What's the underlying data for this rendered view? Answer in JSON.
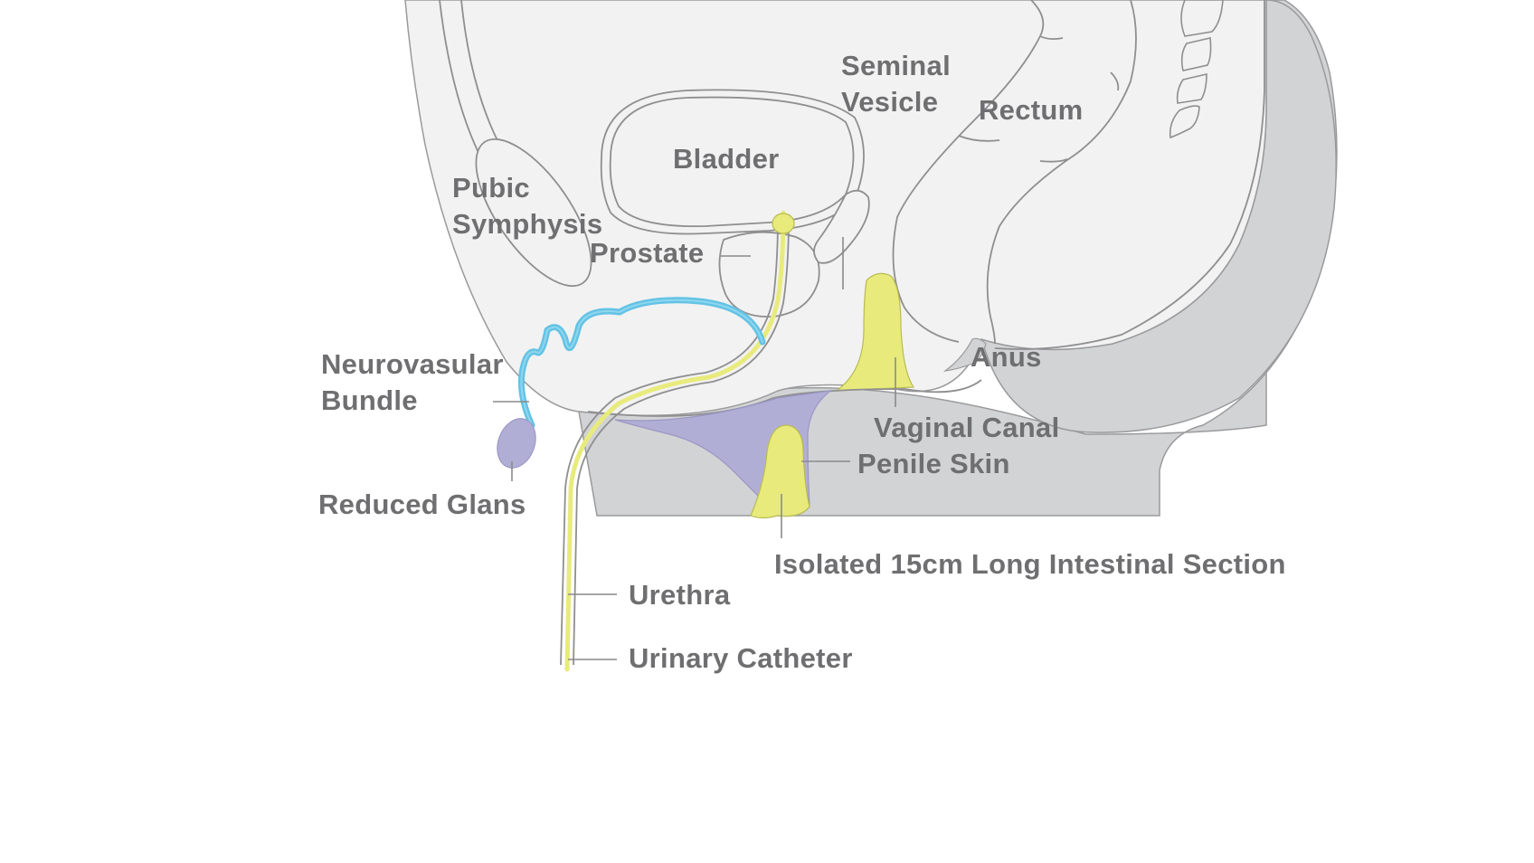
{
  "colors": {
    "body_fill": "#f2f2f2",
    "skin_fill": "#d2d3d5",
    "organ_outline": "#8f8f91",
    "label_text": "#6f6f71",
    "catheter_yellow": "#e8eb7c",
    "glans_purple": "#b1aed6",
    "nerve_blue": "#63c3e5"
  },
  "labels": {
    "seminal_vesicle_line1": "Seminal",
    "seminal_vesicle_line2": "Vesicle",
    "rectum": "Rectum",
    "bladder": "Bladder",
    "pubic_symphysis_line1": "Pubic",
    "pubic_symphysis_line2": "Symphysis",
    "prostate": "Prostate",
    "neurovascular_bundle_line1": "Neurovasular",
    "neurovascular_bundle_line2": "Bundle",
    "anus": "Anus",
    "vaginal_canal": "Vaginal Canal",
    "penile_skin": "Penile Skin",
    "reduced_glans": "Reduced Glans",
    "intestinal_section": "Isolated 15cm Long Intestinal Section",
    "urethra": "Urethra",
    "urinary_catheter": "Urinary Catheter"
  }
}
